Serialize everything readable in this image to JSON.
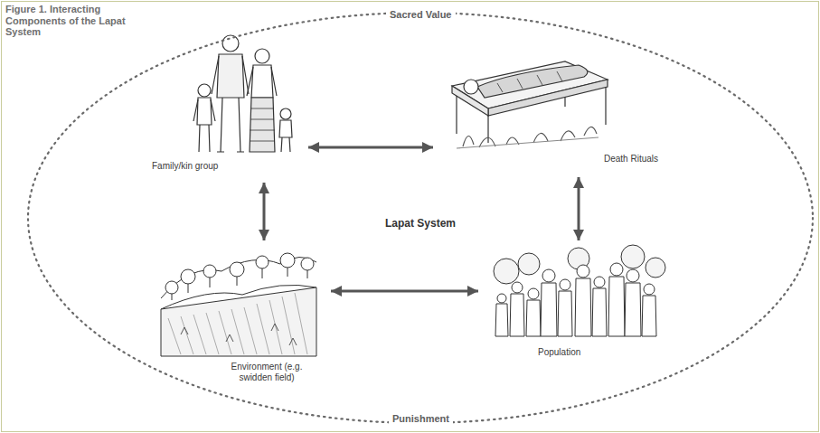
{
  "diagram": {
    "title": "Figure 1. Interacting Components of the Lapat System",
    "nodes": [
      {
        "text": [
          "Sacred Value",
          "Lapat System",
          "Punishment"
        ]
      },
      {
        "text": [
          "Family/kin group"
        ],
        "in": 0
      },
      {
        "text": [
          "Death Rituals"
        ],
        "in": 0
      },
      {
        "text": [
          "Environment (e.g. swidden field)"
        ],
        "in": 0
      },
      {
        "text": [
          "Population"
        ],
        "in": 0
      }
    ],
    "edges": [
      {
        "from": 1,
        "to": 2,
        "arrow": "both"
      },
      {
        "from": 1,
        "to": 3,
        "arrow": "both"
      },
      {
        "from": 2,
        "to": 4,
        "arrow": "both"
      },
      {
        "from": 3,
        "to": 4,
        "arrow": "both"
      }
    ]
  }
}
